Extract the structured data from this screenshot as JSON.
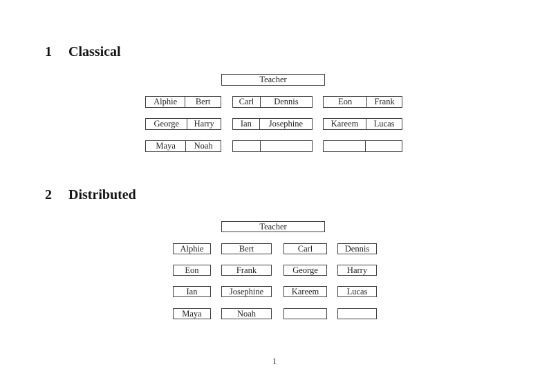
{
  "page": {
    "number": "1"
  },
  "sections": [
    {
      "number": "1",
      "title": "Classical",
      "teacher_label": "Teacher",
      "rows": [
        [
          {
            "left": "Alphie",
            "right": "Bert"
          },
          {
            "left": "Carl",
            "right": "Dennis"
          },
          {
            "left": "Eon",
            "right": "Frank"
          }
        ],
        [
          {
            "left": "George",
            "right": "Harry"
          },
          {
            "left": "Ian",
            "right": "Josephine"
          },
          {
            "left": "Kareem",
            "right": "Lucas"
          }
        ],
        [
          {
            "left": "Maya",
            "right": "Noah"
          },
          {
            "left": "",
            "right": ""
          },
          {
            "left": "",
            "right": ""
          }
        ]
      ]
    },
    {
      "number": "2",
      "title": "Distributed",
      "teacher_label": "Teacher",
      "rows": [
        [
          "Alphie",
          "Bert",
          "Carl",
          "Dennis"
        ],
        [
          "Eon",
          "Frank",
          "George",
          "Harry"
        ],
        [
          "Ian",
          "Josephine",
          "Kareem",
          "Lucas"
        ],
        [
          "Maya",
          "Noah",
          "",
          ""
        ]
      ]
    }
  ]
}
